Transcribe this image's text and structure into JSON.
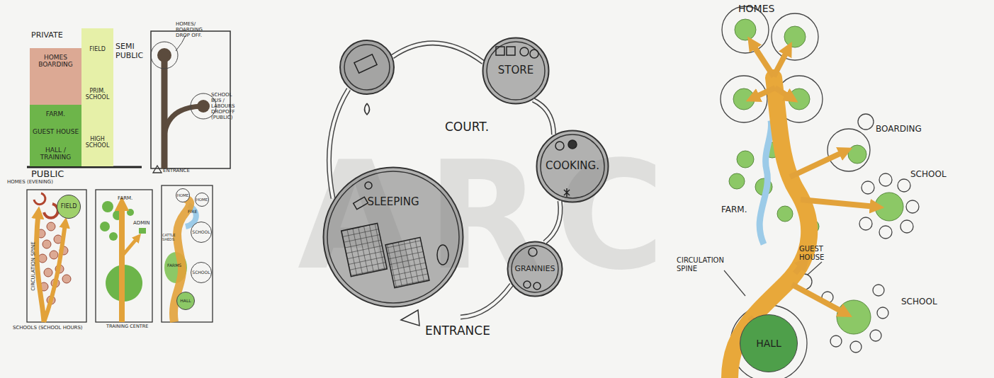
{
  "diagram": {
    "nodes": [
      {
        "text": [
          "HOMES",
          "BOARDING"
        ]
      },
      {
        "text": [
          "FARM.",
          "GUEST HOUSE",
          "HALL / TRAINING"
        ]
      },
      {
        "text": [
          "FIELD",
          "PRIM. SCHOOL",
          "HIGH SCHOOL"
        ]
      },
      {
        "text": [
          "FIELD"
        ]
      },
      {
        "text": [
          "HOME"
        ]
      },
      {
        "text": [
          "HOME"
        ]
      },
      {
        "text": [
          "SCHOOL"
        ]
      },
      {
        "text": [
          "SCHOOL"
        ]
      },
      {
        "text": [
          "HALL"
        ]
      },
      {
        "text": [
          "STORE"
        ]
      },
      {
        "text": [
          "COOKING."
        ]
      },
      {
        "text": [
          "GRANNIES"
        ]
      },
      {
        "text": [
          "SLEEPING"
        ]
      },
      {
        "text": [
          "HALL"
        ]
      }
    ],
    "edges": [
      {
        "from": 9,
        "to": 10,
        "arrow": "none"
      },
      {
        "from": 10,
        "to": 11,
        "arrow": "none"
      }
    ],
    "labels": [
      "PRIVATE",
      "SEMI PUBLIC",
      "PUBLIC",
      "HOMES/ BOARDING DROP OFF.",
      "SCHOOL BUS / LABOURS DROPOFF (PUBLIC)",
      "ENTRANCE",
      "HOMES (EVENING)",
      "CIRCULATION SPINE",
      "SCHOOLS (SCHOOL HOURS)",
      "FARM.",
      "ADMIN",
      "TRAINING CENTRE",
      "FIRE",
      "CATTLE SHEDS",
      "FARMS",
      "COURT.",
      "ENTRANCE",
      "HOMES",
      "BOARDING",
      "SCHOOL",
      "FARM.",
      "GUEST HOUSE",
      "CIRCULATION SPINE",
      "SCHOOL",
      "ARC"
    ]
  }
}
